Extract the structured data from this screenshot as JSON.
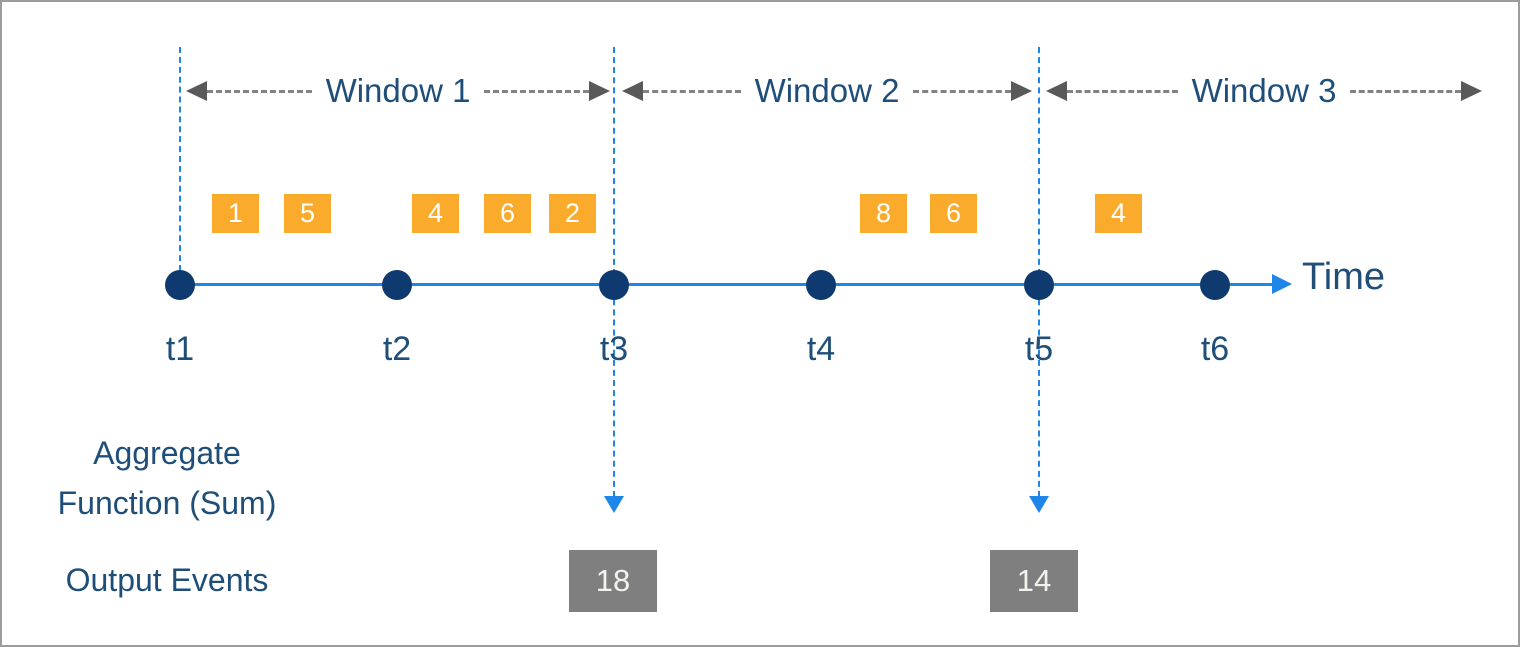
{
  "colors": {
    "accent_blue": "#1E86E8",
    "navy_dot": "#0E3A70",
    "text_blue": "#1F4E79",
    "event_orange": "#FBAB2C",
    "output_gray": "#7F7F7F",
    "arrow_gray": "#595959",
    "dash_gray": "#828282",
    "frame_gray": "#9C9C9C"
  },
  "windows": [
    {
      "label": "Window 1"
    },
    {
      "label": "Window 2"
    },
    {
      "label": "Window 3"
    }
  ],
  "events": [
    {
      "value": 1,
      "window": 1
    },
    {
      "value": 5,
      "window": 1
    },
    {
      "value": 4,
      "window": 1
    },
    {
      "value": 6,
      "window": 1
    },
    {
      "value": 2,
      "window": 1
    },
    {
      "value": 8,
      "window": 2
    },
    {
      "value": 6,
      "window": 2
    },
    {
      "value": 4,
      "window": 3
    }
  ],
  "timeline": {
    "ticks": [
      "t1",
      "t2",
      "t3",
      "t4",
      "t5",
      "t6"
    ],
    "axis_label": "Time"
  },
  "labels": {
    "aggregate_line1": "Aggregate",
    "aggregate_line2": "Function (Sum)",
    "output_events": "Output Events"
  },
  "outputs": [
    {
      "value": 18,
      "at": "t3"
    },
    {
      "value": 14,
      "at": "t5"
    }
  ]
}
